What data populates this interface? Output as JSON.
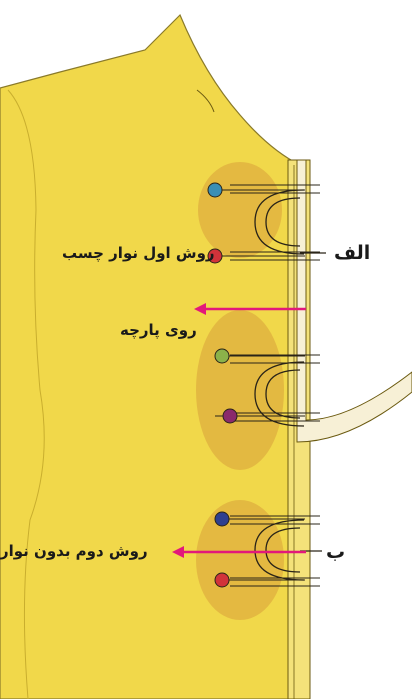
{
  "labels": {
    "alef": "الف",
    "method_one": "روش اول نوار چسب",
    "fabric_face": "روی پارچه",
    "be": "ب",
    "method_two": "روش دوم بدون نوار"
  },
  "colors": {
    "fabric": "#F1D84A",
    "fabric_edge": "#8A7A2A",
    "seam_shadow": "#D9A13A",
    "arrow": "#E2187B",
    "pin_blue": "#3B8FB5",
    "pin_red": "#D1333A",
    "pin_green": "#8BB24A",
    "pin_purple": "#8A2A6B",
    "pin_navy": "#2E3F8F",
    "tape": "#F7F0D6"
  },
  "pins": [
    {
      "name": "pin-blue-top",
      "color": "pin_blue"
    },
    {
      "name": "pin-red-top",
      "color": "pin_red"
    },
    {
      "name": "pin-green-middle",
      "color": "pin_green"
    },
    {
      "name": "pin-purple-middle",
      "color": "pin_purple"
    },
    {
      "name": "pin-navy-bottom",
      "color": "pin_navy"
    },
    {
      "name": "pin-red-bottom",
      "color": "pin_red"
    }
  ]
}
